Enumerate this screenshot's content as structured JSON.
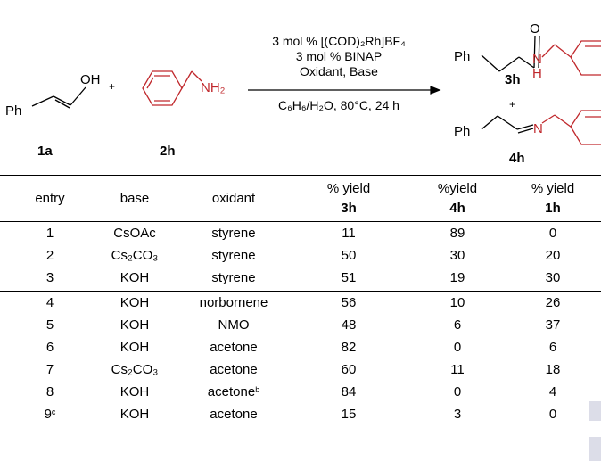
{
  "scheme": {
    "reagent_line1": "3 mol % [(COD)₂Rh]BF₄",
    "reagent_line2": "3 mol % BINAP",
    "reagent_line3": "Oxidant, Base",
    "reagent_line4": "C₆H₆/H₂O, 80°C, 24 h",
    "plus": "+",
    "sm1_label": "1a",
    "sm2_label": "2h",
    "p1_label": "3h",
    "p2_label": "4h",
    "ph": "Ph",
    "oh": "OH",
    "nh2": "NH₂",
    "o_atom": "O",
    "n_atom": "N",
    "h_atom": "H",
    "colors": {
      "amine": "#c0282c",
      "bond": "#000000"
    }
  },
  "table": {
    "headers": {
      "entry": "entry",
      "base": "base",
      "oxidant": "oxidant",
      "yield_3h_top": "% yield",
      "yield_3h_bot": "3h",
      "yield_4h_top": "%yield",
      "yield_4h_bot": "4h",
      "yield_1h_top": "% yield",
      "yield_1h_bot": "1h"
    },
    "rows": [
      {
        "entry": "1",
        "entry_sup": "",
        "base": "CsOAc",
        "oxidant": "styrene",
        "oxidant_sup": "",
        "y3h": "11",
        "y4h": "89",
        "y1h": "0"
      },
      {
        "entry": "2",
        "entry_sup": "",
        "base": "Cs₂CO₃",
        "oxidant": "styrene",
        "oxidant_sup": "",
        "y3h": "50",
        "y4h": "30",
        "y1h": "20"
      },
      {
        "entry": "3",
        "entry_sup": "",
        "base": "KOH",
        "oxidant": "styrene",
        "oxidant_sup": "",
        "y3h": "51",
        "y4h": "19",
        "y1h": "30"
      },
      {
        "entry": "4",
        "entry_sup": "",
        "base": "KOH",
        "oxidant": "norbornene",
        "oxidant_sup": "",
        "y3h": "56",
        "y4h": "10",
        "y1h": "26"
      },
      {
        "entry": "5",
        "entry_sup": "",
        "base": "KOH",
        "oxidant": "NMO",
        "oxidant_sup": "",
        "y3h": "48",
        "y4h": "6",
        "y1h": "37"
      },
      {
        "entry": "6",
        "entry_sup": "",
        "base": "KOH",
        "oxidant": "acetone",
        "oxidant_sup": "",
        "y3h": "82",
        "y4h": "0",
        "y1h": "6"
      },
      {
        "entry": "7",
        "entry_sup": "",
        "base": "Cs₂CO₃",
        "oxidant": "acetone",
        "oxidant_sup": "",
        "y3h": "60",
        "y4h": "11",
        "y1h": "18"
      },
      {
        "entry": "8",
        "entry_sup": "",
        "base": "KOH",
        "oxidant": "acetone",
        "oxidant_sup": "b",
        "y3h": "84",
        "y4h": "0",
        "y1h": "4"
      },
      {
        "entry": "9",
        "entry_sup": "c",
        "base": "KOH",
        "oxidant": "acetone",
        "oxidant_sup": "",
        "y3h": "15",
        "y4h": "3",
        "y1h": "0"
      }
    ]
  }
}
